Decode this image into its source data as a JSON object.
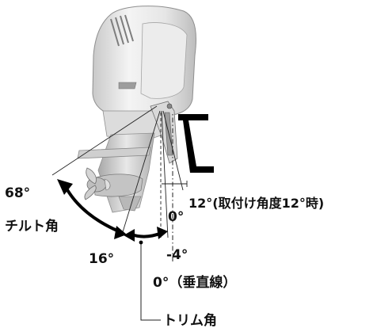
{
  "diagram": {
    "labels": {
      "angle_68": "68°",
      "tilt_angle": "チルト角",
      "angle_16": "16°",
      "angle_0_upper": "0°",
      "angle_12_mount": "12°(取付け角度12°時)",
      "angle_minus4": "-4°",
      "angle_0_vertical": "0°（垂直線）",
      "trim_angle": "トリム角"
    },
    "angles": {
      "tilt_max_deg": 68,
      "trim_min_deg": -4,
      "trim_max_deg": 16,
      "mount_angle_deg": 12
    },
    "colors": {
      "ink": "#111111",
      "engine_light": "#f2f2f2",
      "engine_mid": "#d6d6d6",
      "engine_dark": "#9a9a9a",
      "bracket": "#000000"
    }
  }
}
